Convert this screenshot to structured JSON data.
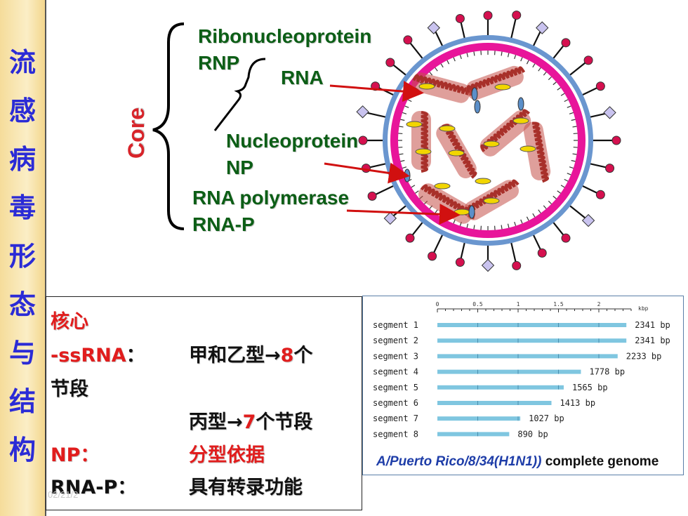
{
  "sidebar": {
    "title_chars": [
      "流",
      "感",
      "病",
      "毒",
      "形",
      "态",
      "与",
      "结",
      "构"
    ]
  },
  "diagram": {
    "core_label": "Core",
    "labels": {
      "ribonucleoprotein": "Ribonucleoprotein",
      "rnp": "RNP",
      "rna": "RNA",
      "nucleoprotein": "Nucleoprotein",
      "np": "NP",
      "rna_polymerase": "RNA polymerase",
      "rna_p": "RNA-P"
    },
    "colors": {
      "label_green": "#0c5e16",
      "core_red": "#d8242a",
      "envelope_blue": "#6a96cf",
      "membrane_pink": "#e8159a",
      "rnp_red": "#c45148",
      "arrow_red": "#d11010"
    }
  },
  "info": {
    "heading": "核心",
    "ssrna_label": "-ssRNA",
    "colon1": "：",
    "type_ab_pre": "甲和乙型",
    "arrow_glyph": "→",
    "type_ab_num": "8",
    "type_ab_post": "个",
    "segments_word": "节段",
    "type_c_pre": "丙型",
    "type_c_num": "7",
    "type_c_post": "个节段",
    "np_label": "NP",
    "colon2": "：",
    "np_text": "分型依据",
    "rnap_label": "RNA-P",
    "colon3": "：",
    "rnap_text": "具有转录功能"
  },
  "genome": {
    "scale_ticks": [
      "0",
      "0.5",
      "1",
      "1.5",
      "2"
    ],
    "scale_unit": "kbp",
    "segments": [
      {
        "name": "segment 1",
        "length": "2341 bp",
        "bp": 2341
      },
      {
        "name": "segment 2",
        "length": "2341 bp",
        "bp": 2341
      },
      {
        "name": "segment 3",
        "length": "2233 bp",
        "bp": 2233
      },
      {
        "name": "segment 4",
        "length": "1778 bp",
        "bp": 1778
      },
      {
        "name": "segment 5",
        "length": "1565 bp",
        "bp": 1565
      },
      {
        "name": "segment 6",
        "length": "1413 bp",
        "bp": 1413
      },
      {
        "name": "segment 7",
        "length": "1027 bp",
        "bp": 1027
      },
      {
        "name": "segment 8",
        "length": "890 bp",
        "bp": 890
      }
    ],
    "caption_italic": "A/Puerto Rico/8/34(H1N1))",
    "caption_rest": " complete genome",
    "bar_color": "#7fc6e0"
  },
  "footer": {
    "page_number": "02/21/2"
  }
}
